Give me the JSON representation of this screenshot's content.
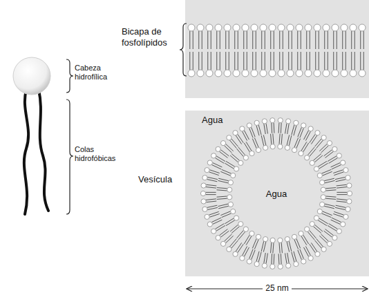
{
  "diagram": {
    "nodes": [
      {
        "text": [
          "Agua"
        ]
      },
      {
        "text": [
          "Agua"
        ],
        "in": 0
      }
    ],
    "labels": [
      "Cabeza hidrofílica",
      "Colas hidrofóbicas",
      "Bicapa de fosfolípidos",
      "Vesícula",
      "25 nm"
    ]
  }
}
